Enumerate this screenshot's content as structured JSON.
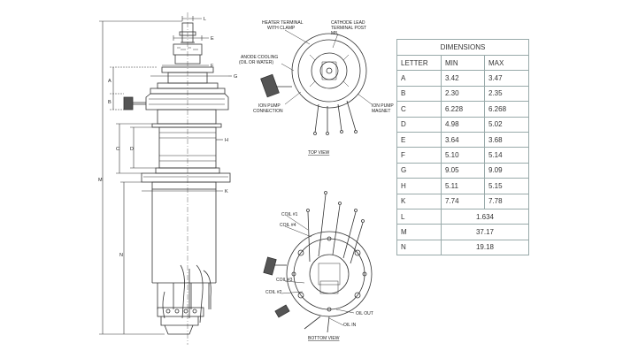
{
  "callouts": {
    "heater_terminal": "HEATER TERMINAL",
    "heater_terminal_2": "WITH CLAMP",
    "cathode_lead": "CATHODE LEAD",
    "cathode_lead_2": "TERMINAL POST",
    "cathode_lead_3": "M8",
    "anode_cooling": "ANODE COOLING",
    "anode_cooling_2": "(OIL OR WATER)",
    "ion_pump_connection": "ION PUMP",
    "ion_pump_connection_2": "CONNECTION",
    "ion_pump_magnet": "ION PUMP",
    "ion_pump_magnet_2": "MAGNET",
    "top_view": "TOP VIEW",
    "bottom_view": "BOTTOM VIEW",
    "coil_1": "COIL #1",
    "coil_4": "COIL #4",
    "coil_3": "COIL #3",
    "coil_2": "COIL #2",
    "oil_out": "OIL OUT",
    "oil_in": "OIL IN"
  },
  "dimension_letters": {
    "L": "L",
    "E": "E",
    "F": "F",
    "G": "G",
    "A": "A",
    "B": "B",
    "C": "C",
    "D": "D",
    "H": "H",
    "K": "K",
    "M": "M",
    "N": "N"
  },
  "table": {
    "title": "DIMENSIONS",
    "headers": [
      "LETTER",
      "MIN",
      "MAX"
    ],
    "rows": [
      {
        "letter": "A",
        "min": "3.42",
        "max": "3.47"
      },
      {
        "letter": "B",
        "min": "2.30",
        "max": "2.35"
      },
      {
        "letter": "C",
        "min": "6.228",
        "max": "6.268"
      },
      {
        "letter": "D",
        "min": "4.98",
        "max": "5.02"
      },
      {
        "letter": "E",
        "min": "3.64",
        "max": "3.68"
      },
      {
        "letter": "F",
        "min": "5.10",
        "max": "5.14"
      },
      {
        "letter": "G",
        "min": "9.05",
        "max": "9.09"
      },
      {
        "letter": "H",
        "min": "5.11",
        "max": "5.15"
      },
      {
        "letter": "K",
        "min": "7.74",
        "max": "7.78"
      }
    ],
    "single_rows": [
      {
        "letter": "L",
        "value": "1.634"
      },
      {
        "letter": "M",
        "value": "37.17"
      },
      {
        "letter": "N",
        "value": "19.18"
      }
    ]
  }
}
